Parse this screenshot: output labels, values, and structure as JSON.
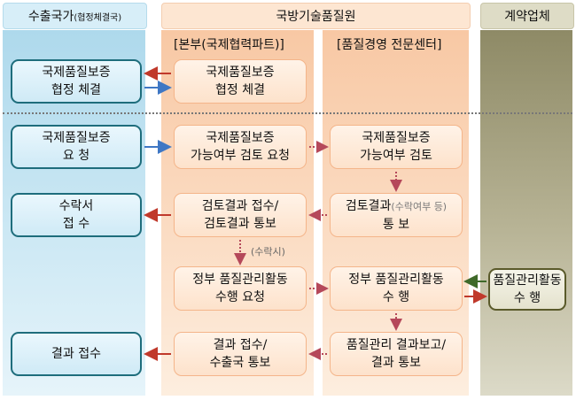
{
  "headers": {
    "export_country": "수출국가",
    "export_country_note": "(협정체결국)",
    "dtaq": "국방기술품질원",
    "contractor": "계약업체",
    "hq": "[본부(국제협력파트)]",
    "center": "[품질경영 전문센터]"
  },
  "boxes": {
    "export_agreement": [
      "국제품질보증",
      "협정 체결"
    ],
    "hq_agreement": [
      "국제품질보증",
      "협정 체결"
    ],
    "export_request": [
      "국제품질보증",
      "요 청"
    ],
    "hq_feasibility": [
      "국제품질보증",
      "가능여부 검토 요청"
    ],
    "center_feasibility": [
      "국제품질보증",
      "가능여부 검토"
    ],
    "export_acceptance": [
      "수락서",
      "접 수"
    ],
    "hq_review_receipt": [
      "검토결과 접수/",
      "검토결과 통보"
    ],
    "center_review": {
      "line1": "검토결과",
      "note": "(수락여부 등)",
      "line2": "통 보"
    },
    "hq_gqa_request": [
      "정부 품질관리활동",
      "수행 요청"
    ],
    "center_gqa": [
      "정부 품질관리활동",
      "수 행"
    ],
    "contractor_activity": [
      "품질관리활동",
      "수 행"
    ],
    "export_result": "결과 접수",
    "hq_result": [
      "결과 접수/",
      "수출국 통보"
    ],
    "center_report": [
      "품질관리 결과보고/",
      "결과 통보"
    ]
  },
  "labels": {
    "on_acceptance": "(수락시)"
  },
  "colors": {
    "red_arrow": "#c0392b",
    "blue_arrow": "#3f77c4",
    "green_arrow": "#3f6a2a",
    "dotted_red": "#b5485a"
  }
}
